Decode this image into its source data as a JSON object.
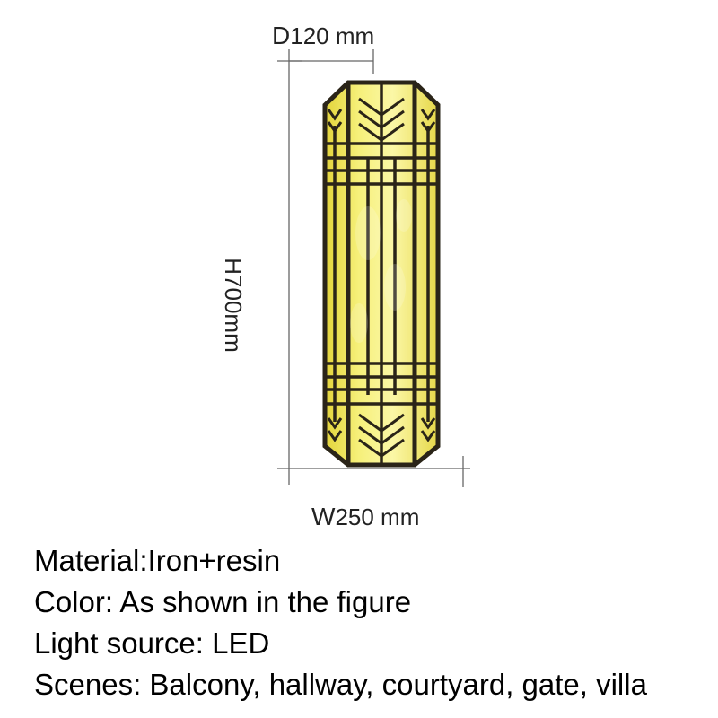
{
  "dimensions": {
    "depth": {
      "prefix": "D",
      "value": "120 mm"
    },
    "height": "H700mm",
    "width": {
      "prefix": "W",
      "value": "250 mm"
    }
  },
  "specs": [
    "Material:Iron+resin",
    "Color: As shown in the figure",
    "Light source: LED",
    "Scenes: Balcony, hallway, courtyard, gate, villa"
  ],
  "colors": {
    "glow": "#f7f27a",
    "glow_edge": "#e8d83a",
    "frame": "#2a2418",
    "dimension_line": "#555555"
  }
}
